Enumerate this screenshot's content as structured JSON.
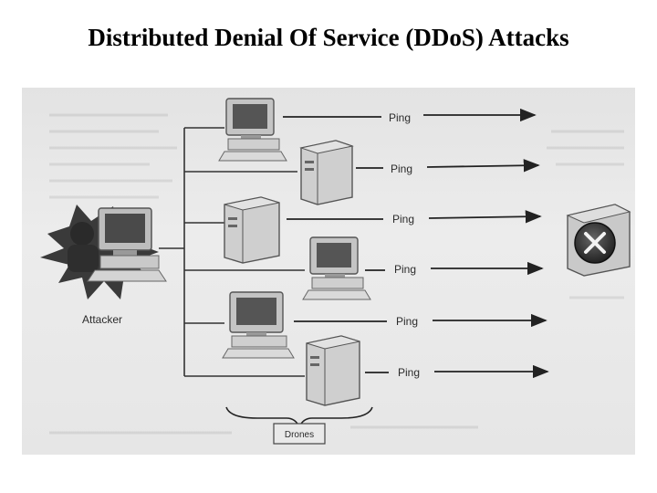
{
  "title": "Distributed Denial Of Service (DDoS) Attacks",
  "diagram": {
    "attacker_label": "Attacker",
    "ping_labels": [
      "Ping",
      "Ping",
      "Ping",
      "Ping",
      "Ping",
      "Ping"
    ],
    "drones_label": "Drones"
  }
}
